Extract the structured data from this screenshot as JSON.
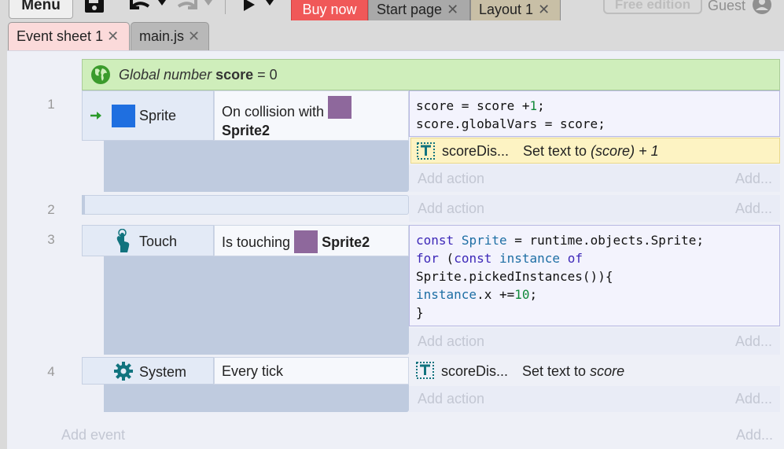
{
  "toolbar": {
    "menu_label": "Menu",
    "tabs": [
      {
        "label": "Buy now"
      },
      {
        "label": "Start page",
        "close": "✕"
      },
      {
        "label": "Layout 1",
        "close": "✕"
      }
    ],
    "free_edition": "Free edition",
    "user": "Guest"
  },
  "editor_tabs": [
    {
      "label": "Event sheet 1",
      "close": "✕"
    },
    {
      "label": "main.js",
      "close": "✕"
    }
  ],
  "global_var": {
    "prefix": "Global number",
    "name": "score",
    "suffix": "= 0"
  },
  "events": [
    {
      "number": "1",
      "object": "Sprite",
      "condition_prefix": "On collision with",
      "condition_target": "Sprite2",
      "code": {
        "line1_a": "score = score +",
        "line1_num": "1",
        "line1_b": ";",
        "line2": "score.globalVars = score;"
      },
      "action": {
        "object": "scoreDis...",
        "prefix": "Set text to",
        "expr": "(score)",
        "suffix": "+ 1"
      },
      "add_action": "Add action",
      "add_right": "Add..."
    },
    {
      "number": "2",
      "add_action": "Add action",
      "add_right": "Add..."
    },
    {
      "number": "3",
      "object": "Touch",
      "condition_prefix": "Is touching",
      "condition_target": "Sprite2",
      "code": {
        "l1_kw": "const",
        "l1_id": "Sprite",
        "l1_rest": "= runtime.objects.Sprite;",
        "l2_kw1": "for",
        "l2_p": "(",
        "l2_kw2": "const",
        "l2_id": "instance",
        "l2_kw3": "of",
        "l3": "Sprite.pickedInstances()){",
        "l4_id": "instance",
        "l4_mid": ".x +=",
        "l4_num": "10",
        "l4_end": ";",
        "l5": "}"
      },
      "add_action": "Add action",
      "add_right": "Add..."
    },
    {
      "number": "4",
      "object": "System",
      "condition": "Every tick",
      "action": {
        "object": "scoreDis...",
        "prefix": "Set text to",
        "expr": "score"
      },
      "add_action": "Add action",
      "add_right": "Add..."
    }
  ],
  "footer": {
    "add_event": "Add event",
    "add_right": "Add..."
  },
  "colors": {
    "buy_now": "#f05858",
    "global_bg": "#cfeebb",
    "sprite_blue": "#1f6fe0",
    "sprite2_purple": "#8e689c",
    "action_bg": "#fdf3c3",
    "icon_teal": "#11737e"
  },
  "icons": {
    "save": "save-icon",
    "undo": "undo-icon",
    "redo": "redo-icon",
    "play": "play-icon",
    "globe": "globe-icon",
    "arrow": "trigger-arrow-icon",
    "touch": "touch-hand-icon",
    "system": "gear-icon",
    "text": "text-object-icon",
    "user": "user-icon"
  }
}
